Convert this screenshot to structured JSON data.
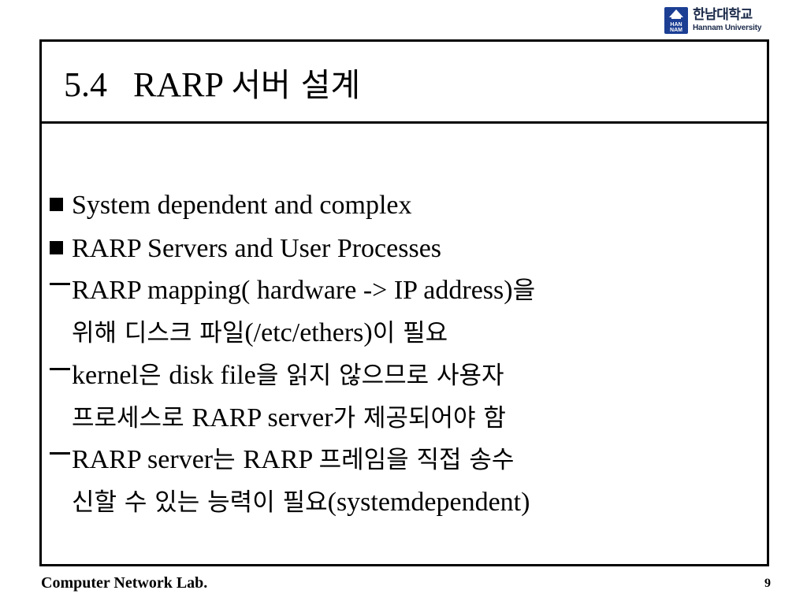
{
  "logo": {
    "korean_name": "한남대학교",
    "english_name": "Hannam University",
    "mark_text_top": "HAN",
    "mark_text_bottom": "NAM",
    "brand_color": "#1c3f94"
  },
  "slide": {
    "title_number": "5.4",
    "title_en": "RARP",
    "title_kr": "서버 설계",
    "lines": [
      {
        "marker": "square",
        "parts": [
          "System dependent and complex"
        ]
      },
      {
        "marker": "square",
        "parts": [
          "RARP Servers and User Processes"
        ]
      },
      {
        "marker": "dash",
        "parts": [
          "RARP mapping( hardware -> IP address)",
          "을"
        ]
      },
      {
        "marker": "none",
        "parts": [
          "위해 디스크 파일",
          "(/etc/ethers)",
          "이 필요"
        ]
      },
      {
        "marker": "dash",
        "parts": [
          "kernel",
          "은 ",
          "disk file",
          "을 읽지 않으므로 사용자"
        ]
      },
      {
        "marker": "none",
        "parts": [
          "프로세스로 ",
          "RARP server",
          "가 제공되어야 함"
        ]
      },
      {
        "marker": "dash",
        "parts": [
          "RARP server",
          "는 ",
          "RARP ",
          "프레임을 직접 송수"
        ]
      },
      {
        "marker": "none",
        "parts": [
          "신할 수 있는 능력이 필요",
          "(systemdependent)"
        ]
      }
    ]
  },
  "footer": {
    "lab_name": "Computer Network Lab.",
    "page_number": "9"
  }
}
